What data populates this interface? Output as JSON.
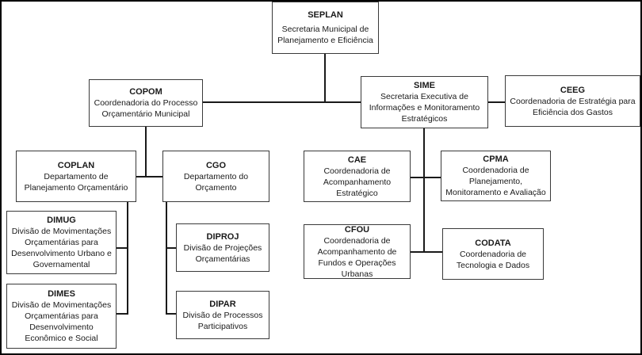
{
  "diagram_type": "organizational-chart",
  "colors": {
    "background": "#ffffff",
    "box_border": "#3a3a3a",
    "connector_line": "#1a1a1a",
    "text": "#1a1a1a"
  },
  "nodes": {
    "seplan": {
      "abbr": "SEPLAN",
      "name": "Secretaria Municipal de\nPlanejamento e Eficiência"
    },
    "copom": {
      "abbr": "COPOM",
      "name": "Coordenadoria do Processo\nOrçamentário Municipal"
    },
    "sime": {
      "abbr": "SIME",
      "name": "Secretaria Executiva de\nInformações e Monitoramento\nEstratégicos"
    },
    "ceeg": {
      "abbr": "CEEG",
      "name": "Coordenadoria de Estratégia para\nEficiência dos Gastos"
    },
    "coplan": {
      "abbr": "COPLAN",
      "name": "Departamento de\nPlanejamento Orçamentário"
    },
    "cgo": {
      "abbr": "CGO",
      "name": "Departamento do\nOrçamento"
    },
    "cae": {
      "abbr": "CAE",
      "name": "Coordenadoria de\nAcompanhamento\nEstratégico"
    },
    "cpma": {
      "abbr": "CPMA",
      "name": "Coordenadoria de\nPlanejamento,\nMonitoramento e Avaliação"
    },
    "dimug": {
      "abbr": "DIMUG",
      "name": "Divisão de Movimentações\nOrçamentárias para\nDesenvolvimento Urbano e\nGovernamental"
    },
    "dimes": {
      "abbr": "DIMES",
      "name": "Divisão de Movimentações\nOrçamentárias para\nDesenvolvimento\nEconômico e Social"
    },
    "diproj": {
      "abbr": "DIPROJ",
      "name": "Divisão de Projeções\nOrçamentárias"
    },
    "dipar": {
      "abbr": "DIPAR",
      "name": "Divisão de Processos\nParticipativos"
    },
    "cfou": {
      "abbr": "CFOU",
      "name": "Coordenadoria de\nAcompanhamento de\nFundos e Operações\nUrbanas"
    },
    "codata": {
      "abbr": "CODATA",
      "name": "Coordenadoria de\nTecnologia e Dados"
    }
  },
  "edges": [
    [
      "SEPLAN",
      "COPOM"
    ],
    [
      "SEPLAN",
      "SIME"
    ],
    [
      "SIME",
      "CEEG"
    ],
    [
      "COPOM",
      "COPLAN"
    ],
    [
      "COPOM",
      "CGO"
    ],
    [
      "COPLAN",
      "DIMUG"
    ],
    [
      "COPLAN",
      "DIMES"
    ],
    [
      "CGO",
      "DIPROJ"
    ],
    [
      "CGO",
      "DIPAR"
    ],
    [
      "SIME",
      "CAE"
    ],
    [
      "SIME",
      "CPMA"
    ],
    [
      "SIME",
      "CFOU"
    ],
    [
      "SIME",
      "CODATA"
    ]
  ]
}
